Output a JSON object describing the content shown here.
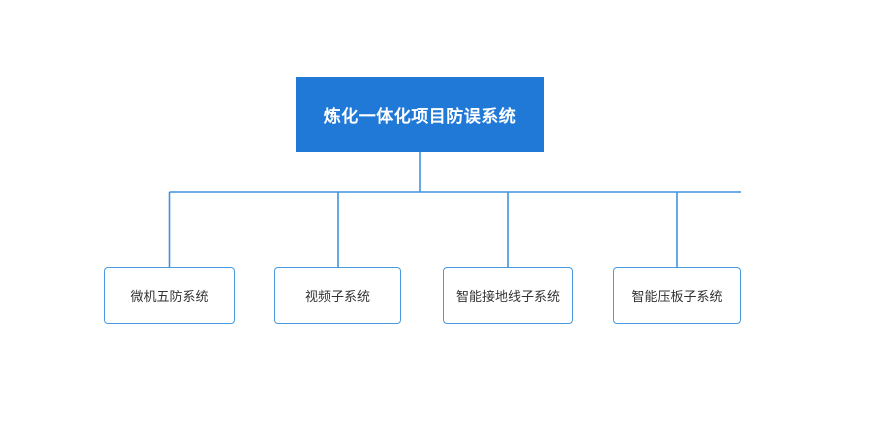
{
  "diagram": {
    "type": "org-chart",
    "title": "炼化一体化项目防误系统",
    "root": {
      "label": "炼化一体化项目防误系统",
      "fill": "#2079d6",
      "text_color": "#ffffff"
    },
    "children": [
      {
        "label": "微机五防系统",
        "fill": "#ffffff",
        "border": "#4a9ae0",
        "text_color": "#333333"
      },
      {
        "label": "视频子系统",
        "fill": "#ffffff",
        "border": "#4a9ae0",
        "text_color": "#333333"
      },
      {
        "label": "智能接地线子系统",
        "fill": "#ffffff",
        "border": "#4a9ae0",
        "text_color": "#333333"
      },
      {
        "label": "智能压板子系统",
        "fill": "#ffffff",
        "border": "#4a9ae0",
        "text_color": "#333333"
      }
    ],
    "connector_color": "#3f93dd",
    "background": "#ffffff"
  }
}
